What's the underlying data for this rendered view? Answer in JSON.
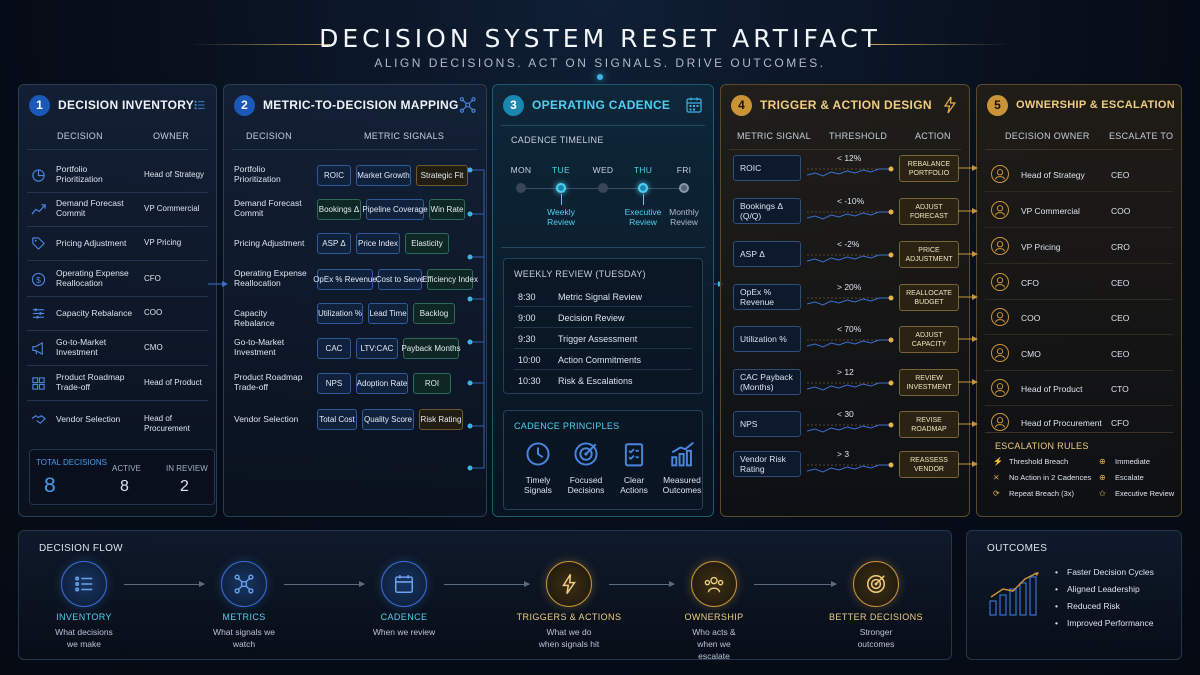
{
  "header": {
    "title": "DECISION SYSTEM RESET ARTIFACT",
    "subtitle": "ALIGN DECISIONS. ACT ON SIGNALS. DRIVE OUTCOMES."
  },
  "inventory": {
    "number": "1",
    "title": "DECISION INVENTORY",
    "col_decision": "DECISION",
    "col_owner": "OWNER",
    "rows": [
      {
        "decision": "Portfolio Prioritization",
        "owner": "Head of Strategy"
      },
      {
        "decision": "Demand Forecast Commit",
        "owner": "VP Commercial"
      },
      {
        "decision": "Pricing Adjustment",
        "owner": "VP Pricing"
      },
      {
        "decision": "Operating Expense Reallocation",
        "owner": "CFO"
      },
      {
        "decision": "Capacity Rebalance",
        "owner": "COO"
      },
      {
        "decision": "Go-to-Market Investment",
        "owner": "CMO"
      },
      {
        "decision": "Product Roadmap Trade-off",
        "owner": "Head of Product"
      },
      {
        "decision": "Vendor Selection",
        "owner": "Head of Procurement"
      }
    ],
    "totals": {
      "total_label": "TOTAL DECISIONS",
      "total_value": "8",
      "active_label": "ACTIVE",
      "active_value": "8",
      "review_label": "IN REVIEW",
      "review_value": "2"
    }
  },
  "mapping": {
    "number": "2",
    "title": "METRIC-TO-DECISION MAPPING",
    "col_decision": "DECISION",
    "col_signals": "METRIC SIGNALS",
    "rows": [
      {
        "decision": "Portfolio Prioritization",
        "chips": [
          "ROIC",
          "Market Growth",
          "Strategic Fit"
        ]
      },
      {
        "decision": "Demand Forecast Commit",
        "chips": [
          "Bookings Δ",
          "Pipeline Coverage",
          "Win Rate"
        ]
      },
      {
        "decision": "Pricing Adjustment",
        "chips": [
          "ASP Δ",
          "Price Index",
          "Elasticity"
        ]
      },
      {
        "decision": "Operating Expense Reallocation",
        "chips": [
          "OpEx % Revenue",
          "Cost to Serve",
          "Efficiency Index"
        ]
      },
      {
        "decision": "Capacity Rebalance",
        "chips": [
          "Utilization %",
          "Lead Time",
          "Backlog"
        ]
      },
      {
        "decision": "Go-to-Market Investment",
        "chips": [
          "CAC",
          "LTV:CAC",
          "Payback Months"
        ]
      },
      {
        "decision": "Product Roadmap Trade-off",
        "chips": [
          "NPS",
          "Adoption Rate",
          "ROI"
        ]
      },
      {
        "decision": "Vendor Selection",
        "chips": [
          "Total Cost",
          "Quality Score",
          "Risk Rating"
        ]
      }
    ]
  },
  "cadence": {
    "number": "3",
    "title": "OPERATING CADENCE",
    "timeline_title": "CADENCE TIMELINE",
    "days": [
      "MON",
      "TUE",
      "WED",
      "THU",
      "FRI"
    ],
    "events": [
      {
        "label": "Weekly Review"
      },
      {
        "label": "Executive Review"
      },
      {
        "label": "Monthly Review"
      }
    ],
    "weekly_title": "WEEKLY REVIEW (TUESDAY)",
    "schedule": [
      {
        "time": "8:30",
        "item": "Metric Signal Review"
      },
      {
        "time": "9:00",
        "item": "Decision Review"
      },
      {
        "time": "9:30",
        "item": "Trigger Assessment"
      },
      {
        "time": "10:00",
        "item": "Action Commitments"
      },
      {
        "time": "10:30",
        "item": "Risk & Escalations"
      }
    ],
    "principles_title": "CADENCE PRINCIPLES",
    "principles": [
      {
        "label": "Timely Signals",
        "icon": "clock-icon"
      },
      {
        "label": "Focused Decisions",
        "icon": "target-icon"
      },
      {
        "label": "Clear Actions",
        "icon": "checklist-icon"
      },
      {
        "label": "Measured Outcomes",
        "icon": "chart-icon"
      }
    ]
  },
  "triggers": {
    "number": "4",
    "title": "TRIGGER & ACTION DESIGN",
    "col_metric": "METRIC SIGNAL",
    "col_threshold": "THRESHOLD",
    "col_action": "ACTION",
    "rows": [
      {
        "metric": "ROIC",
        "threshold": "< 12%",
        "action": "REBALANCE PORTFOLIO"
      },
      {
        "metric": "Bookings Δ (Q/Q)",
        "threshold": "< -10%",
        "action": "ADJUST FORECAST"
      },
      {
        "metric": "ASP Δ",
        "threshold": "< -2%",
        "action": "PRICE ADJUSTMENT"
      },
      {
        "metric": "OpEx % Revenue",
        "threshold": "> 20%",
        "action": "REALLOCATE BUDGET"
      },
      {
        "metric": "Utilization %",
        "threshold": "< 70%",
        "action": "ADJUST CAPACITY"
      },
      {
        "metric": "CAC Payback (Months)",
        "threshold": "> 12",
        "action": "REVIEW INVESTMENT"
      },
      {
        "metric": "NPS",
        "threshold": "< 30",
        "action": "REVISE ROADMAP"
      },
      {
        "metric": "Vendor Risk Rating",
        "threshold": "> 3",
        "action": "REASSESS VENDOR"
      }
    ]
  },
  "ownership": {
    "number": "5",
    "title": "OWNERSHIP & ESCALATION",
    "col_owner": "DECISION OWNER",
    "col_escalate": "ESCALATE TO",
    "rows": [
      {
        "owner": "Head of Strategy",
        "escalate": "CEO"
      },
      {
        "owner": "VP Commercial",
        "escalate": "COO"
      },
      {
        "owner": "VP Pricing",
        "escalate": "CRO"
      },
      {
        "owner": "CFO",
        "escalate": "CEO"
      },
      {
        "owner": "COO",
        "escalate": "CEO"
      },
      {
        "owner": "CMO",
        "escalate": "CEO"
      },
      {
        "owner": "Head of Product",
        "escalate": "CTO"
      },
      {
        "owner": "Head of Procurement",
        "escalate": "CFO"
      }
    ],
    "rules_title": "ESCALATION RULES",
    "rules": [
      {
        "condition": "Threshold Breach",
        "result": "Immediate"
      },
      {
        "condition": "No Action in 2 Cadences",
        "result": "Escalate"
      },
      {
        "condition": "Repeat Breach (3x)",
        "result": "Executive Review"
      }
    ]
  },
  "flow": {
    "title": "DECISION FLOW",
    "steps": [
      {
        "label": "INVENTORY",
        "desc": "What decisions we make",
        "icon": "list-icon"
      },
      {
        "label": "METRICS",
        "desc": "What signals we watch",
        "icon": "network-icon"
      },
      {
        "label": "CADENCE",
        "desc": "When we review",
        "icon": "calendar-icon"
      },
      {
        "label": "TRIGGERS & ACTIONS",
        "desc": "What we do when signals hit",
        "icon": "lightning-icon"
      },
      {
        "label": "OWNERSHIP",
        "desc": "Who acts & when we escalate",
        "icon": "people-icon"
      },
      {
        "label": "BETTER DECISIONS",
        "desc": "Stronger outcomes",
        "icon": "target-icon"
      }
    ]
  },
  "outcomes": {
    "title": "OUTCOMES",
    "items": [
      "Faster Decision Cycles",
      "Aligned Leadership",
      "Reduced Risk",
      "Improved Performance"
    ]
  },
  "colors": {
    "blue": "#1b58b8",
    "cyan": "#4fd0f2",
    "gold": "#c99438"
  }
}
